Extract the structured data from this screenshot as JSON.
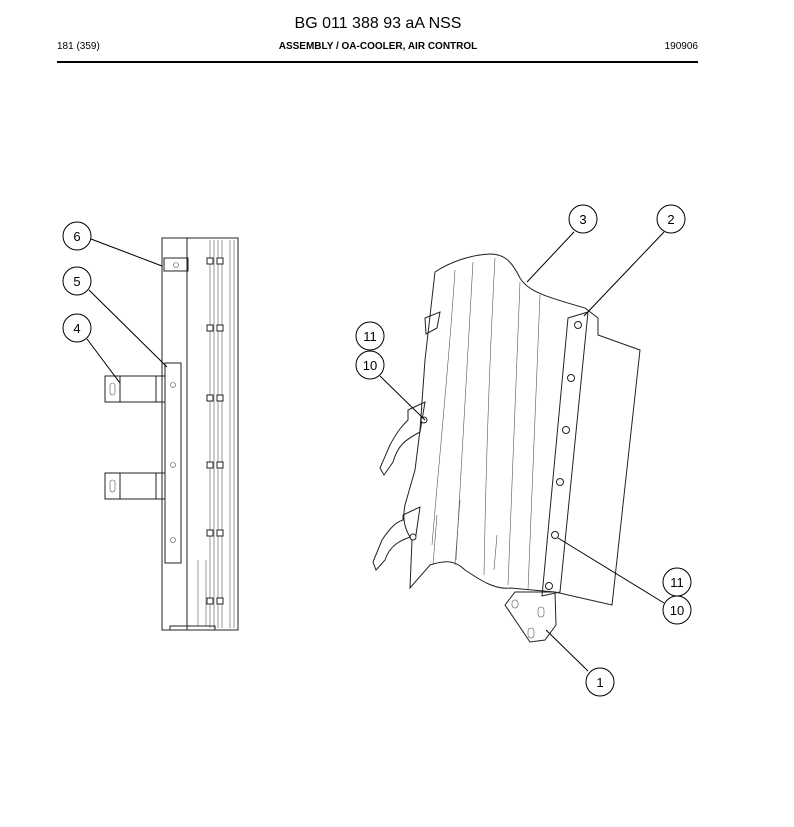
{
  "header": {
    "title": "BG 011 388 93 aA NSS",
    "page": "181 (359)",
    "section": "ASSEMBLY / OA-COOLER, AIR CONTROL",
    "date": "190906"
  },
  "callouts": [
    {
      "id": "callout-6",
      "label": "6"
    },
    {
      "id": "callout-5",
      "label": "5"
    },
    {
      "id": "callout-4",
      "label": "4"
    },
    {
      "id": "callout-3",
      "label": "3"
    },
    {
      "id": "callout-2",
      "label": "2"
    },
    {
      "id": "callout-11-left",
      "label": "11"
    },
    {
      "id": "callout-10-left",
      "label": "10"
    },
    {
      "id": "callout-11-right",
      "label": "11"
    },
    {
      "id": "callout-10-right",
      "label": "10"
    },
    {
      "id": "callout-1",
      "label": "1"
    }
  ]
}
